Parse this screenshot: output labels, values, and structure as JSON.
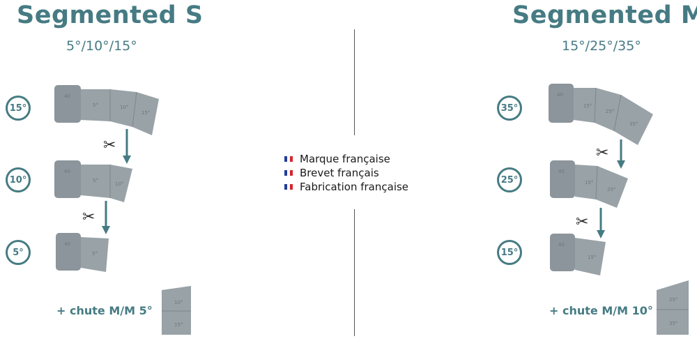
{
  "left": {
    "title": "Segmented S",
    "angles": "5°/10°/15°",
    "badges": [
      "15°",
      "10°",
      "5°"
    ],
    "chute": "+ chute M/M  5°",
    "pipe_marks": {
      "top": [
        "5°",
        "10°",
        "15°"
      ],
      "mid": [
        "5°",
        "10°"
      ],
      "low": [
        "5°"
      ],
      "chute": [
        "10°",
        "15°"
      ]
    },
    "brand": "40"
  },
  "right": {
    "title": "Segmented M",
    "angles": "15°/25°/35°",
    "badges": [
      "35°",
      "25°",
      "15°"
    ],
    "chute": "+ chute M/M 10°",
    "pipe_marks": {
      "top": [
        "15°",
        "25°",
        "35°"
      ],
      "mid": [
        "15°",
        "25°"
      ],
      "low": [
        "15°"
      ],
      "chute": [
        "25°",
        "35°"
      ]
    },
    "brand": "40"
  },
  "claims": [
    "Marque française",
    "Brevet français",
    "Fabrication française"
  ],
  "colors": {
    "accent": "#467b83",
    "pipe": "#8f999f",
    "pipe_dark": "#6b757b",
    "flag_blue": "#1f3f9a",
    "flag_white": "#ffffff",
    "flag_red": "#d8242e"
  },
  "icons": {
    "scissors": "✂",
    "arrow": "arrow-down-icon"
  }
}
